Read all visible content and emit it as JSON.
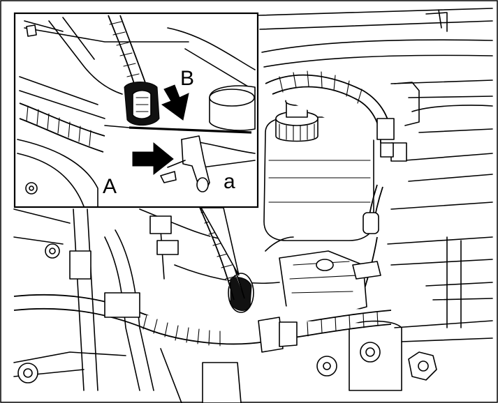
{
  "figure": {
    "callout_labels": {
      "A": "A",
      "B": "B",
      "a": "a"
    }
  }
}
